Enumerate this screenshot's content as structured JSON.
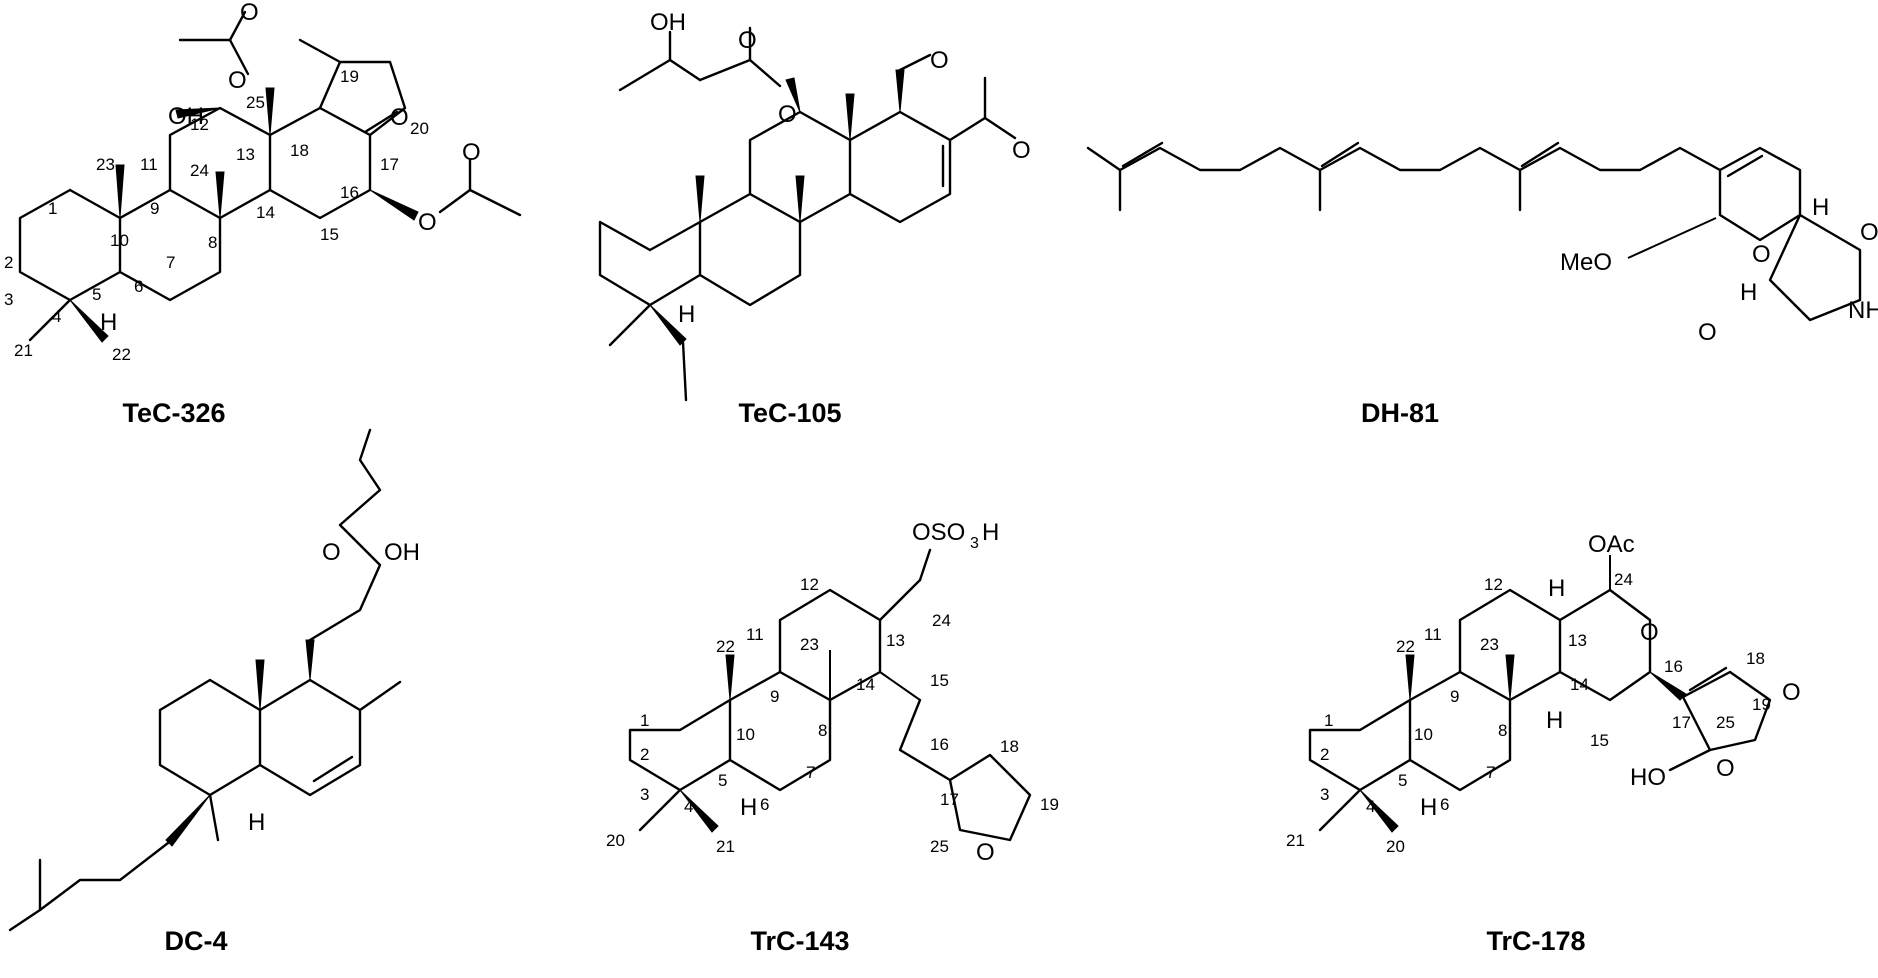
{
  "compounds": [
    {
      "id": "tec326",
      "label": "TeC-326"
    },
    {
      "id": "tec105",
      "label": "TeC-105"
    },
    {
      "id": "dh81",
      "label": "DH-81"
    },
    {
      "id": "dc4",
      "label": "DC-4"
    },
    {
      "id": "trc143",
      "label": "TrC-143"
    },
    {
      "id": "trc178",
      "label": "TrC-178"
    }
  ],
  "atoms": {
    "O": "O",
    "OH": "OH",
    "H": "H",
    "MeO": "MeO",
    "NH": "NH",
    "HO": "HO",
    "OAc": "OAc",
    "OSO": "OSO",
    "sub3": "3",
    "H_after": "H"
  },
  "numbering": {
    "n1": "1",
    "n2": "2",
    "n3": "3",
    "n4": "4",
    "n5": "5",
    "n6": "6",
    "n7": "7",
    "n8": "8",
    "n9": "9",
    "n10": "10",
    "n11": "11",
    "n12": "12",
    "n13": "13",
    "n14": "14",
    "n15": "15",
    "n16": "16",
    "n17": "17",
    "n18": "18",
    "n19": "19",
    "n20": "20",
    "n21": "21",
    "n22": "22",
    "n23": "23",
    "n24": "24",
    "n25": "25"
  }
}
